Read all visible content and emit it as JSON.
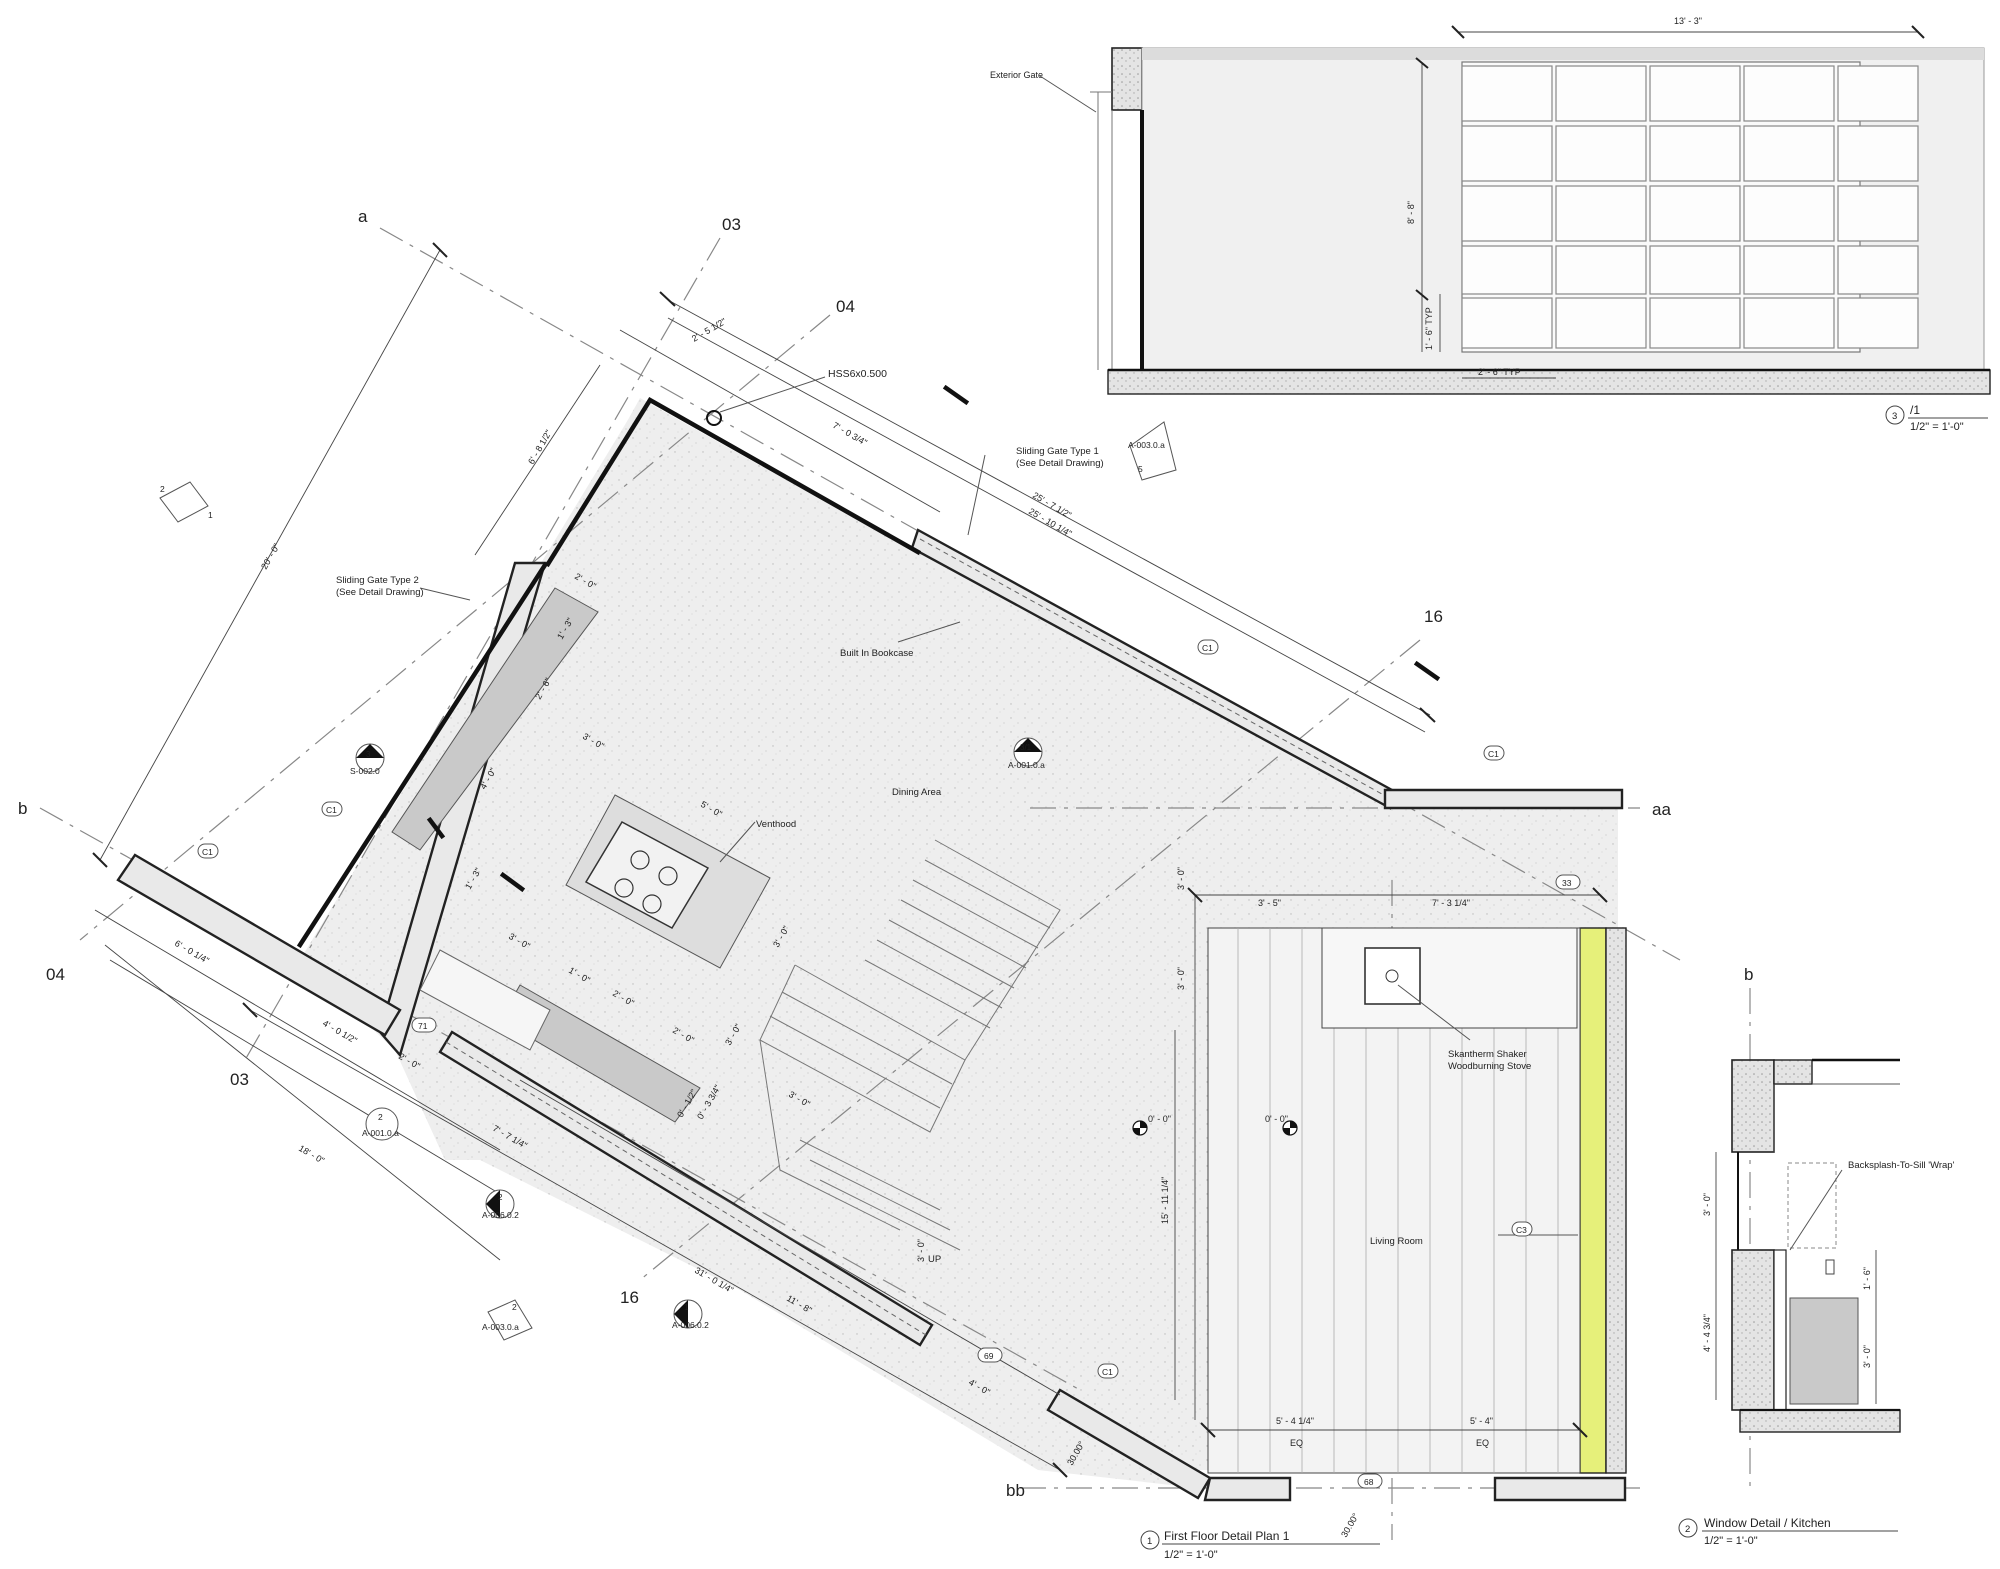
{
  "colors": {
    "floor": "#ececec",
    "wall": "#e9e9e9",
    "counter": "#c9c9c9",
    "highlight": "#e6f07a",
    "line": "#222222"
  },
  "gridlines": {
    "g_a": "a",
    "g_b": "b",
    "g_03_top": "03",
    "g_04_top": "04",
    "g_16_top": "16",
    "g_04_bottom": "04",
    "g_03_bottom": "03",
    "g_16_bottom": "16",
    "g_aa": "aa",
    "g_bb": "bb",
    "g_b_detail": "b"
  },
  "labels": {
    "hss": "HSS6x0.500",
    "gate1_l1": "Sliding Gate Type 1",
    "gate1_l2": "(See Detail Drawing)",
    "gate2_l1": "Sliding Gate Type 2",
    "gate2_l2": "(See Detail Drawing)",
    "bookcase": "Built In Bookcase",
    "dining": "Dining Area",
    "venthood": "Venthood",
    "stove_l1": "Skantherm Shaker",
    "stove_l2": "Woodburning Stove",
    "living": "Living Room",
    "up": "UP",
    "exterior_gate": "Exterior Gate",
    "backsplash": "Backsplash-To-Sill 'Wrap'"
  },
  "dimensions": {
    "d_2_5_half": "2' - 5 1/2\"",
    "d_7_0_34": "7' - 0 3/4\"",
    "d_25_7_half": "25' - 7 1/2\"",
    "d_25_10_qtr": "25' - 10 1/4\"",
    "d_6_8_half": "6' - 8 1/2\"",
    "d_20_0": "20' - 0\"",
    "d_2_0_a": "2' - 0\"",
    "d_1_3_a": "1' - 3\"",
    "d_2_6": "2' - 6\"",
    "d_4_0_a": "4' - 0\"",
    "d_3_0_a": "3' - 0\"",
    "d_5_0": "5' - 0\"",
    "d_1_3_b": "1' - 3\"",
    "d_3_0_b": "3' - 0\"",
    "d_1_0": "1' - 0\"",
    "d_2_0_b": "2' - 0\"",
    "d_2_0_c": "2' - 0\"",
    "d_3_0_c": "3' - 0\"",
    "d_3_0_d": "3' - 0\"",
    "d_0_3_34": "0' - 3 3/4\"",
    "d_0_1_half": "0' - 1/2\"",
    "d_3_0_e": "3' - 0\"",
    "d_6_0_qtr": "6' - 0 1/4\"",
    "d_4_0_half": "4' - 0 1/2\"",
    "d_2_0_d": "2' - 0\"",
    "d_18_0": "18' - 0\"",
    "d_7_7_qtr": "7' - 7 1/4\"",
    "d_31_0_qtr": "31' - 0 1/4\"",
    "d_11_8": "11' - 8\"",
    "d_4_0_b": "4' - 0\"",
    "d_30_00_a": "30.00°",
    "d_30_00_b": "30.00°",
    "d_3_0_f": "3' - 0\"",
    "d_3_5": "3' - 5\"",
    "d_7_3_qtr": "7' - 3 1/4\"",
    "d_3_0_g": "3' - 0\"",
    "d_15_11_qtr": "15' - 11 1/4\"",
    "d_5_4_qtr": "5' - 4 1/4\"",
    "d_5_4": "5' - 4\"",
    "eq1": "EQ",
    "eq2": "EQ",
    "d_0_0_a": "0' - 0\"",
    "d_0_0_b": "0' - 0\"",
    "d_3_0_h": "3' - 0\"",
    "d_13_3": "13' - 3\"",
    "d_8_8": "8' - 8\"",
    "d_1_6_typ": "1' - 6\" TYP",
    "d_2_6_typ": "2' - 6\" TYP",
    "d_3_0_det": "3' - 0\"",
    "d_1_6_det": "1' - 6\"",
    "d_4_4_34": "4' - 4 3/4\"",
    "d_3_0_det2": "3' - 0\""
  },
  "tags": {
    "t33": "33",
    "t71": "71",
    "t69": "69",
    "t68": "68",
    "c1_a": "C1",
    "c1_b": "C1",
    "c1_c": "C1",
    "c1_d": "C1",
    "c1_e": "C1",
    "c3": "C3"
  },
  "sections": {
    "s_2": "2",
    "s_1": "1",
    "s_a003_num": "2",
    "s_a003_ref": "A-003.0.a",
    "s_s002_num": "3",
    "s_s002_ref": "S-002.0",
    "s_a001_top_num": "3/1",
    "s_a001_top_ref": "A-001.0.a",
    "s_a001_bot_num": "2",
    "s_a001_bot_ref": "A-001.0.a",
    "s_a006_top_num": "2",
    "s_a006_top_ref": "A-006.0.2",
    "s_a006_bot_num": "1",
    "s_a006_bot_ref": "A-006.0.2",
    "s_a003_top_ref": "A-003.0.a",
    "s_a003_top_num": "5"
  },
  "titles": {
    "plan_num": "1",
    "plan_title": "First Floor Detail Plan 1",
    "plan_scale": "1/2\" = 1'-0\"",
    "elev_num": "3",
    "elev_title": "/1",
    "elev_scale": "1/2\" = 1'-0\"",
    "det_num": "2",
    "det_title": "Window Detail / Kitchen",
    "det_scale": "1/2\" = 1'-0\""
  }
}
